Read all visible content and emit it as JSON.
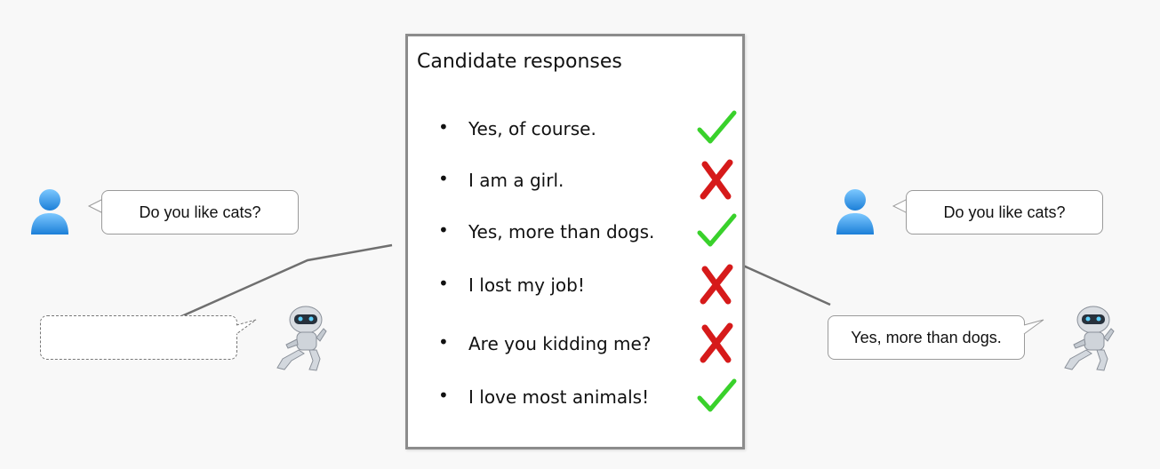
{
  "candidates": {
    "title": "Candidate responses",
    "items": [
      {
        "text": "Yes, of course.",
        "mark": "check"
      },
      {
        "text": "I am a girl.",
        "mark": "cross"
      },
      {
        "text": "Yes, more than dogs.",
        "mark": "check"
      },
      {
        "text": "I lost my job!",
        "mark": "cross"
      },
      {
        "text": "Are you kidding me?",
        "mark": "cross"
      },
      {
        "text": "I love most animals!",
        "mark": "check"
      }
    ]
  },
  "left_panel": {
    "user_message": "Do you like cats?",
    "bot_reply": ""
  },
  "right_panel": {
    "user_message": "Do you like cats?",
    "bot_reply": "Yes, more than dogs."
  },
  "colors": {
    "check": "#39d12b",
    "cross": "#d61a1a",
    "user_icon": "#2f9be8",
    "connector": "#6f6f6f"
  },
  "icons": [
    "user-icon",
    "robot-icon",
    "check-icon",
    "cross-icon"
  ]
}
